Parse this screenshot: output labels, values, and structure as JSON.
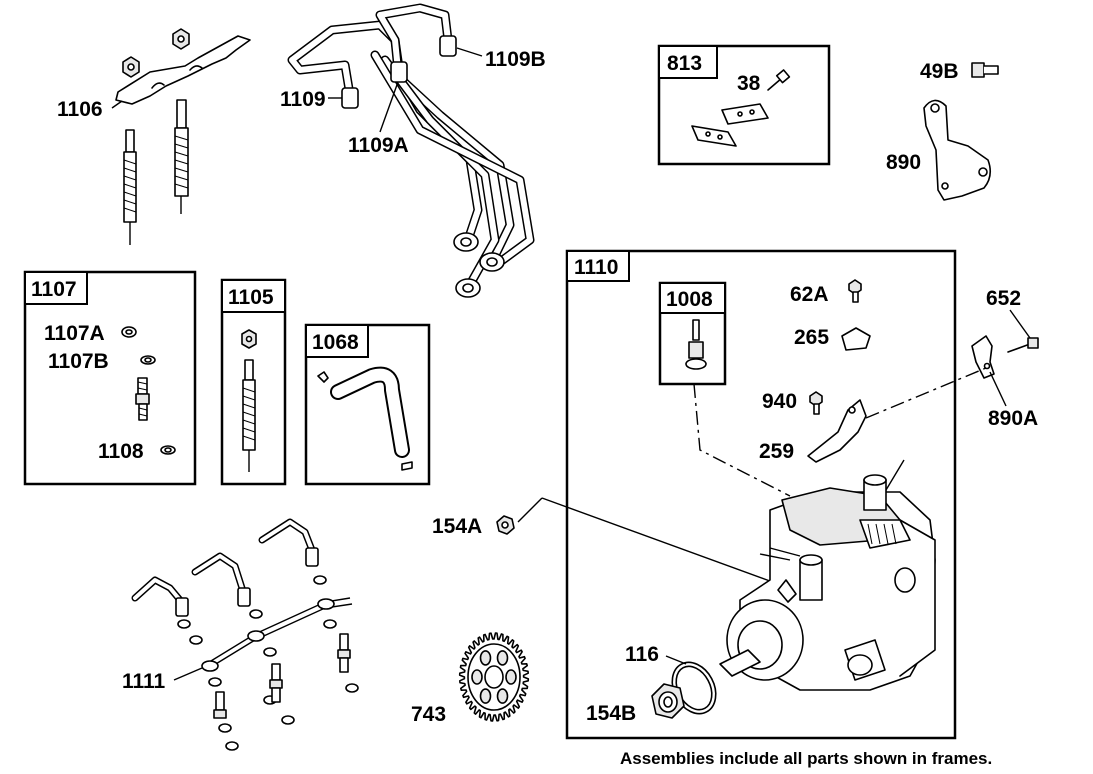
{
  "frames": {
    "f813": "813",
    "f1107": "1107",
    "f1105": "1105",
    "f1068": "1068",
    "f1110": "1110",
    "f1008": "1008"
  },
  "labels": {
    "p1106": "1106",
    "p1109": "1109",
    "p1109A": "1109A",
    "p1109B": "1109B",
    "p38": "38",
    "p49B": "49B",
    "p890": "890",
    "p1107A": "1107A",
    "p1107B": "1107B",
    "p1108": "1108",
    "p62A": "62A",
    "p265": "265",
    "p652": "652",
    "p940": "940",
    "p890A": "890A",
    "p259": "259",
    "p154A": "154A",
    "p116": "116",
    "p154B": "154B",
    "p743": "743",
    "p1111": "1111"
  },
  "note": "Assemblies include all parts shown in frames."
}
